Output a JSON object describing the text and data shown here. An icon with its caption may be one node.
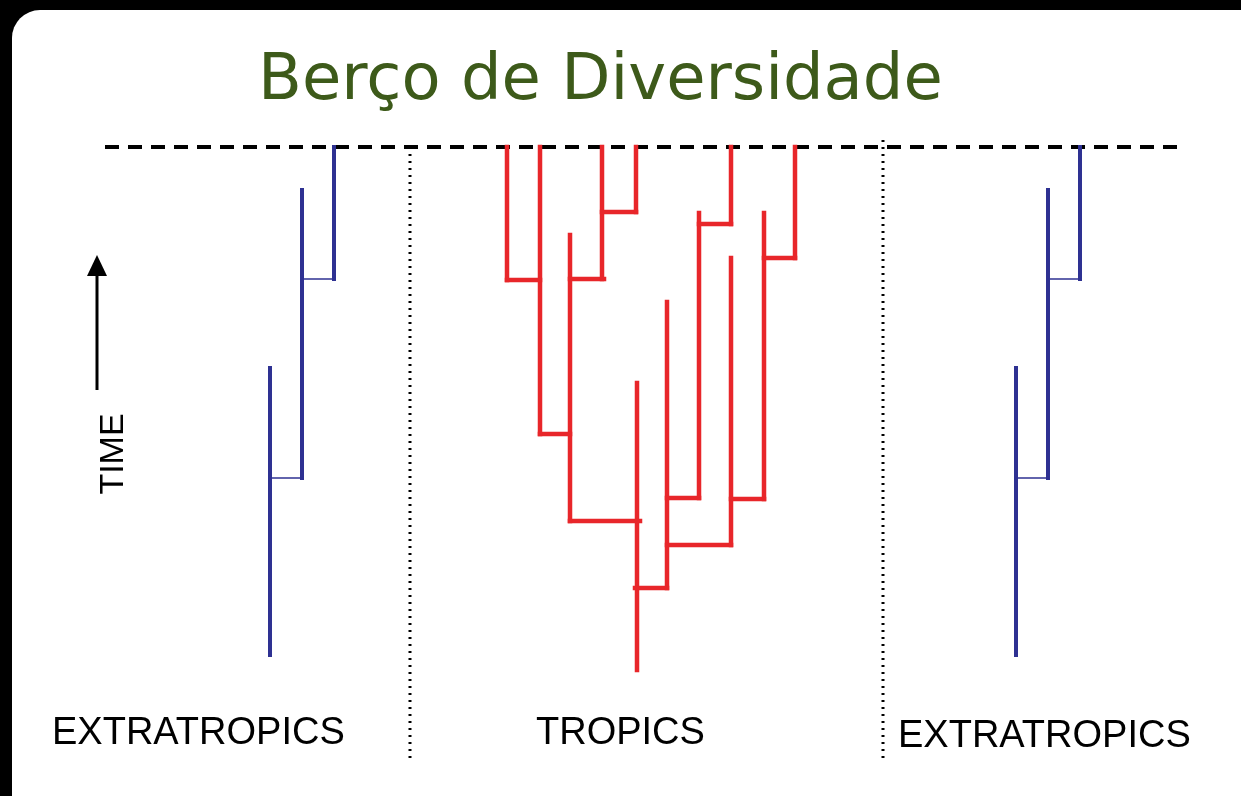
{
  "diagram": {
    "title": "Berço de Diversidade",
    "labels": [
      "TIME",
      "EXTRATROPICS",
      "TROPICS",
      "EXTRATROPICS"
    ]
  }
}
